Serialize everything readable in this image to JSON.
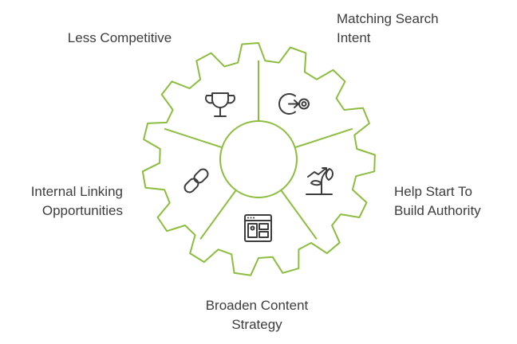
{
  "colors": {
    "gear_stroke": "#8cbd3f",
    "icon_stroke": "#3d3d3d",
    "text": "#3d3d3d",
    "background": "#ffffff"
  },
  "segments": [
    {
      "id": "less-competitive",
      "icon": "trophy-icon",
      "lines": [
        "Less Competitive"
      ]
    },
    {
      "id": "matching-search-intent",
      "icon": "search-intent-icon",
      "lines": [
        "Matching Search",
        "Intent"
      ]
    },
    {
      "id": "build-authority",
      "icon": "growing-plant-icon",
      "lines": [
        "Help Start To",
        "Build Authority"
      ]
    },
    {
      "id": "broaden-content",
      "icon": "layout-window-icon",
      "lines": [
        "Broaden Content",
        "Strategy"
      ]
    },
    {
      "id": "internal-linking",
      "icon": "link-icon",
      "lines": [
        "Internal Linking",
        "Opportunities"
      ]
    }
  ]
}
